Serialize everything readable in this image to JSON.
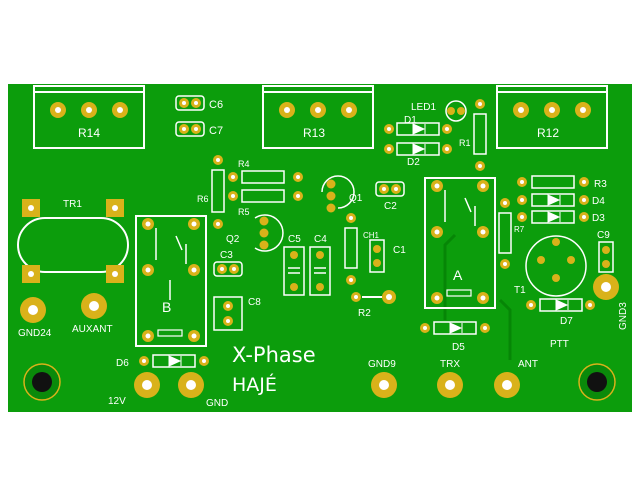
{
  "board": {
    "title": "X-Phase",
    "author": "HAJÉ",
    "colors": {
      "background": "#ffffff",
      "copper": "#0c9d0c",
      "copper_dark": "#068606",
      "silkscreen": "#ffffff",
      "pad": "#d9b21a",
      "pad_hole": "#ffffff",
      "mounting_hole": "#111111"
    }
  },
  "labels": {
    "r14": "R14",
    "r13": "R13",
    "r12": "R12",
    "c6": "C6",
    "c7": "C7",
    "led1": "LED1",
    "d1": "D1",
    "d2": "D2",
    "r1": "R1",
    "r4": "R4",
    "r5": "R5",
    "r6": "R6",
    "q1": "Q1",
    "q2": "Q2",
    "c2": "C2",
    "c5": "C5",
    "c4": "C4",
    "ch1": "CH1",
    "c1": "C1",
    "c3": "C3",
    "c8": "C8",
    "r2": "R2",
    "r3": "R3",
    "d4": "D4",
    "d3": "D3",
    "r7": "R7",
    "c9": "C9",
    "t1": "T1",
    "d7": "D7",
    "ptt": "PTT",
    "gnd3": "GND3",
    "d5": "D5",
    "d6": "D6",
    "tr1": "TR1",
    "relay_b": "B",
    "relay_a": "A",
    "gnd24": "GND24",
    "auxant": "AUXANT",
    "v12": "12V",
    "gnd": "GND",
    "gnd9": "GND9",
    "trx": "TRX",
    "ant": "ANT"
  }
}
